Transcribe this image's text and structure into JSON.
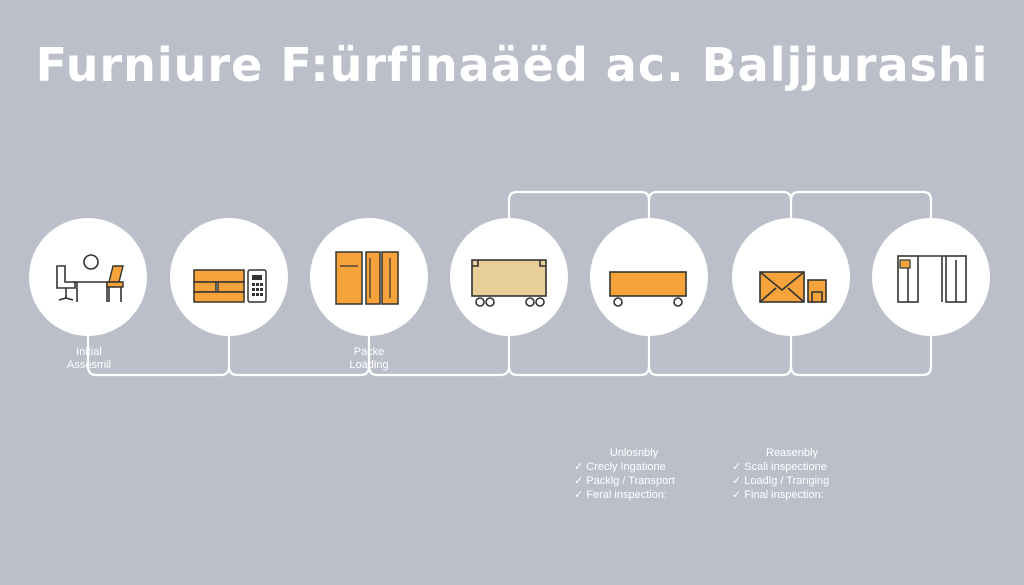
{
  "title": "Furniure F:ürfinaäëd ac. Baljjurashi",
  "colors": {
    "accent": "#f5a33a",
    "background": "#bbbfca",
    "line": "#ffffff"
  },
  "steps": [
    {
      "icon": "office-desk-chairs-icon"
    },
    {
      "icon": "furniture-cabinets-icon"
    },
    {
      "icon": "packed-boxes-icon"
    },
    {
      "icon": "dolly-cart-icon"
    },
    {
      "icon": "moving-truck-icon"
    },
    {
      "icon": "envelope-package-icon"
    },
    {
      "icon": "wardrobe-assembly-icon"
    }
  ],
  "labels": {
    "initial": [
      "Initial",
      "Assesmil"
    ],
    "packing": [
      "Packe",
      "Loading"
    ]
  },
  "checklists": [
    {
      "heading": "Unlosnbly",
      "check": "✓",
      "items": [
        "Crecly Ingatione",
        "Packlg / Transport",
        "Feral inspection:"
      ]
    },
    {
      "heading": "Reasenbly",
      "check": "✓",
      "items": [
        "Scali inspectione",
        "Loadlg / Tranging",
        "Final inspection:"
      ]
    }
  ]
}
